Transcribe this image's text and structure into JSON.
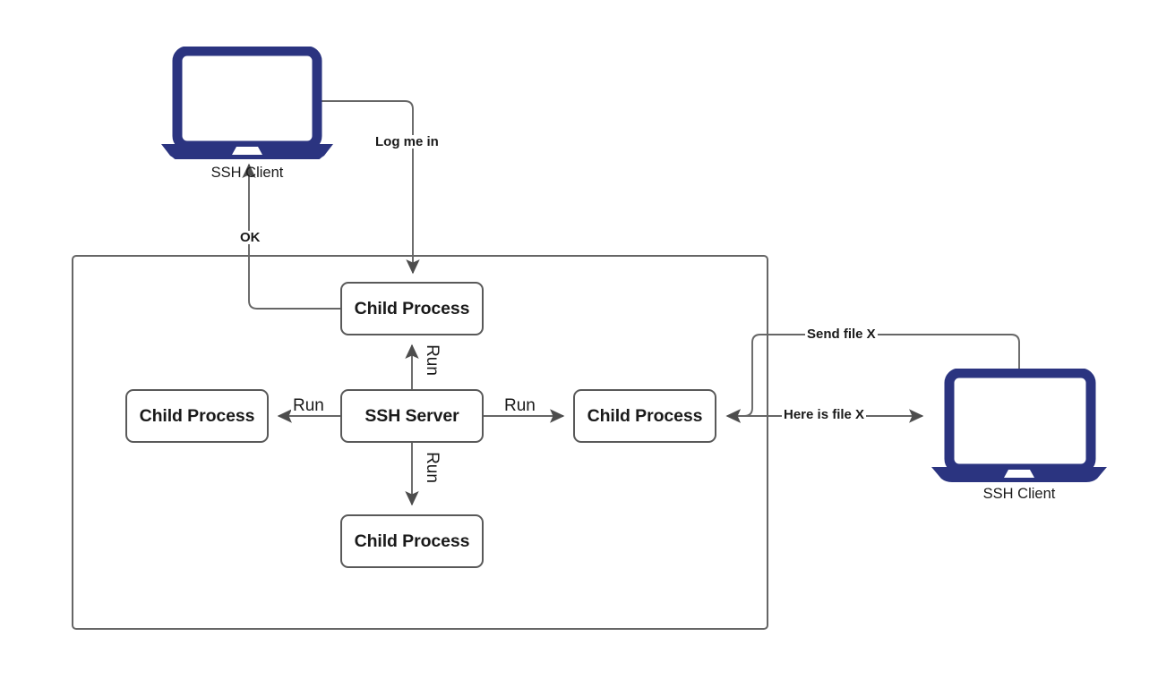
{
  "diagram": {
    "title": "SSH Server child process model",
    "colors": {
      "laptop": "#2b3480",
      "box_stroke": "#595959",
      "group_stroke": "#666666",
      "wire": "#666666",
      "arrow": "#4d4d4d",
      "text": "#1a1a1a",
      "background": "#ffffff"
    }
  },
  "devices": [
    {
      "id": "client-top",
      "icon": "laptop-icon",
      "label": "SSH Client"
    },
    {
      "id": "client-right",
      "icon": "laptop-icon",
      "label": "SSH Client"
    }
  ],
  "server_group": {
    "name": "ssh-server-host-boundary"
  },
  "nodes": [
    {
      "id": "child-top",
      "label": "Child Process"
    },
    {
      "id": "child-left",
      "label": "Child Process"
    },
    {
      "id": "ssh-server",
      "label": "SSH Server"
    },
    {
      "id": "child-right",
      "label": "Child Process"
    },
    {
      "id": "child-bottom",
      "label": "Child Process"
    }
  ],
  "edges": [
    {
      "id": "login-request",
      "label": "Log me in",
      "style": "bold",
      "from": "client-top",
      "to": "child-top"
    },
    {
      "id": "login-ok",
      "label": "OK",
      "style": "bold",
      "from": "child-top",
      "to": "client-top"
    },
    {
      "id": "run-up",
      "label": "Run",
      "style": "plain",
      "from": "ssh-server",
      "to": "child-top"
    },
    {
      "id": "run-left",
      "label": "Run",
      "style": "plain",
      "from": "ssh-server",
      "to": "child-left"
    },
    {
      "id": "run-right",
      "label": "Run",
      "style": "plain",
      "from": "ssh-server",
      "to": "child-right"
    },
    {
      "id": "run-down",
      "label": "Run",
      "style": "plain",
      "from": "ssh-server",
      "to": "child-bottom"
    },
    {
      "id": "send-file",
      "label": "Send file X",
      "style": "bold",
      "from": "client-right",
      "to": "child-right"
    },
    {
      "id": "here-is-file",
      "label": "Here is file X",
      "style": "bold",
      "from": "child-right",
      "to": "client-right"
    }
  ]
}
